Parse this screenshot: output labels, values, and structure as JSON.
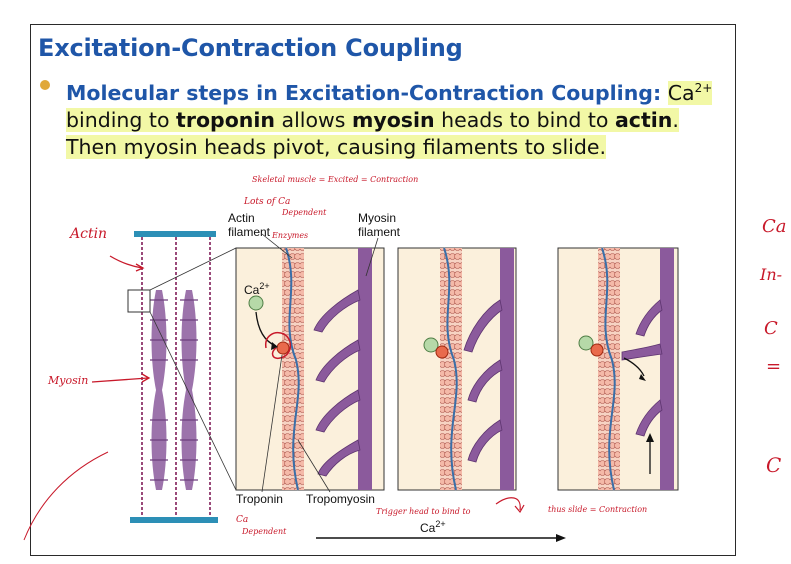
{
  "slide": {
    "title": "Excitation-Contraction Coupling",
    "bullet_lead": "Molecular steps in Excitation-Contraction Coupling:",
    "body_ca": "Ca",
    "body_sup": "2+",
    "body_1": " binding to ",
    "term_troponin": "troponin",
    "body_2": " allows ",
    "term_myosin": "myosin",
    "body_3": " heads to bind to ",
    "term_actin": "actin",
    "body_4": ".  Then myosin heads pivot, causing filaments to slide."
  },
  "figure": {
    "label_actin_filament_1": "Actin",
    "label_actin_filament_2": "filament",
    "label_myosin_filament_1": "Myosin",
    "label_myosin_filament_2": "filament",
    "label_ca_panel": "Ca",
    "label_ca_sup": "2+",
    "label_troponin": "Troponin",
    "label_tropomyosin": "Tropomyosin",
    "label_ca_arrow": "Ca",
    "label_ca_arrow_sup": "2+"
  },
  "annotations": {
    "actin": "Actin",
    "myosin": "Myosin",
    "skeletal": "Skeletal muscle = Excited = Contraction",
    "lots_of": "Lots of Ca",
    "dependent": "Dependent",
    "enzymes": "Enzymes",
    "ca_dependent_1": "Ca",
    "ca_dependent_2": "Dependent",
    "trigger": "Trigger head to bind to",
    "thus_slide": "thus slide = Contraction",
    "right_1": "Ca",
    "right_2": "In-",
    "right_3": "C",
    "right_4": "=",
    "right_5": "",
    "right_6": "C"
  },
  "colors": {
    "title_blue": "#1f56a8",
    "highlight": "#f2f8a6",
    "panel_bg": "#fbf0dc",
    "myosin_purple": "#8b5a9c",
    "actin_pink": "#f4c2b0",
    "ink_red": "#c8192a",
    "z_line_blue": "#2c8fb6"
  }
}
